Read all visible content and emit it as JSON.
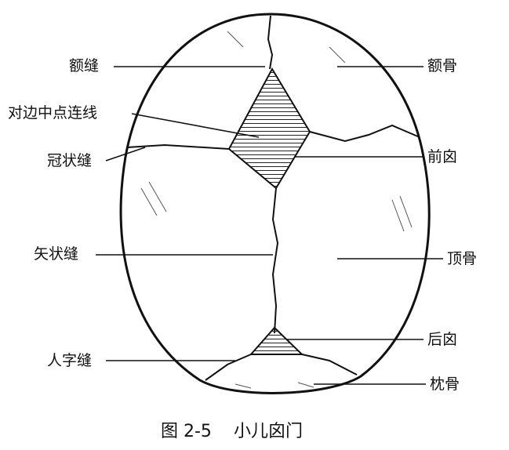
{
  "labels_left": {
    "frontal_suture": "额缝",
    "midpoint_line": "对边中点连线",
    "coronal_suture": "冠状缝",
    "sagittal_suture": "矢状缝",
    "lambdoid_suture": "人字缝"
  },
  "labels_right": {
    "frontal_bone": "额骨",
    "anterior_fontanelle": "前囟",
    "parietal_bone": "顶骨",
    "posterior_fontanelle": "后囟",
    "occipital_bone": "枕骨"
  },
  "caption": {
    "figure_number": "图 2-5",
    "title": "小儿囟门"
  }
}
